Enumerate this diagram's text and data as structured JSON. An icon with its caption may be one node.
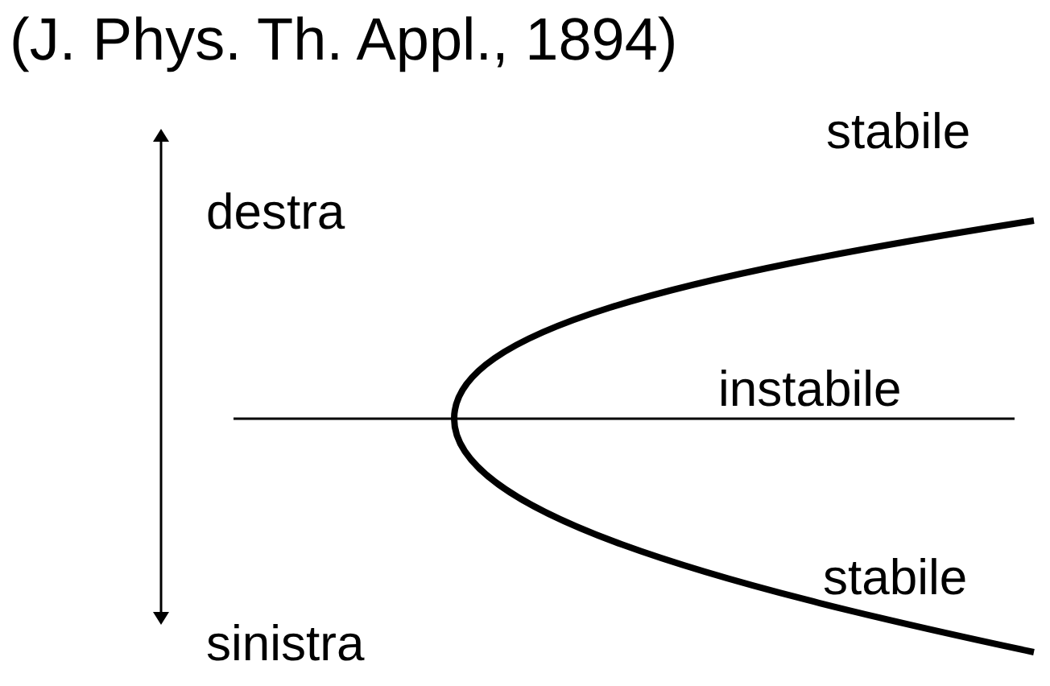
{
  "diagram": {
    "title": "(J. Phys. Th. Appl., 1894)",
    "labels": [
      "stabile",
      "destra",
      "instabile",
      "stabile",
      "sinistra"
    ]
  }
}
